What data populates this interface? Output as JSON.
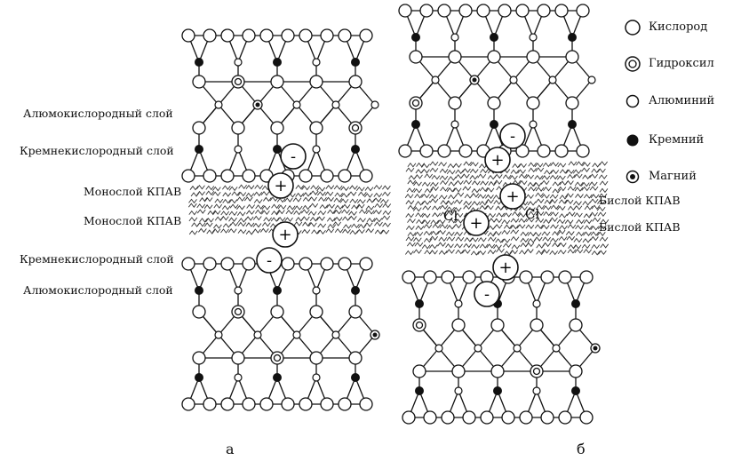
{
  "panel_a": {
    "labels": [
      "Алюмокислородный слой",
      "Кремнекислородный слой",
      "Монослой КПАВ",
      "Монослой КПАВ",
      "Кремнекислородный слой",
      "Алюмокислородный слой"
    ],
    "caption": "а"
  },
  "panel_b": {
    "labels": [
      "Бислой КПАВ",
      "Бислой КПАВ"
    ],
    "chloride": "Cl",
    "caption": "б"
  },
  "charges": {
    "plus": "+",
    "minus": "-"
  },
  "legend": [
    {
      "label": "Кислород",
      "symbol": "oxygen"
    },
    {
      "label": "Гидроксил",
      "symbol": "hydroxyl"
    },
    {
      "label": "Алюминий",
      "symbol": "aluminium"
    },
    {
      "label": "Кремний",
      "symbol": "silicon"
    },
    {
      "label": "Магний",
      "symbol": "magnesium"
    }
  ]
}
